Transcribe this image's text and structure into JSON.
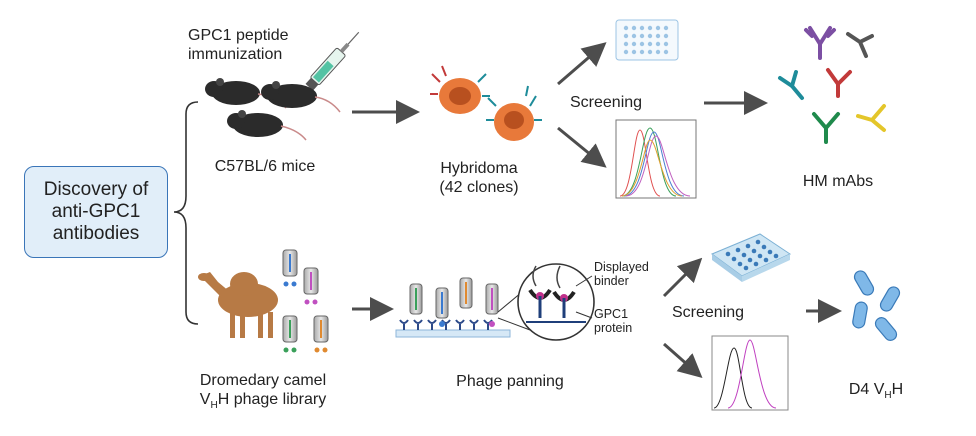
{
  "discovery_box": {
    "line1": "Discovery of",
    "line2": "anti-GPC1",
    "line3": "antibodies"
  },
  "top_branch": {
    "immunization_line1": "GPC1 peptide",
    "immunization_line2": "immunization",
    "mice_label": "C57BL/6 mice",
    "hybridoma_line1": "Hybridoma",
    "hybridoma_line2": "(42 clones)",
    "screening_label": "Screening",
    "result_label": "HM mAbs"
  },
  "bottom_branch": {
    "camel_line1": "Dromedary camel",
    "camel_line2_prefix": "V",
    "camel_line2_sub": "H",
    "camel_line2_suffix": "H phage library",
    "panning_label": "Phage panning",
    "displayed_binder_line1": "Displayed",
    "displayed_binder_line2": "binder",
    "gpc1_line1": "GPC1",
    "gpc1_line2": "protein",
    "screening_label": "Screening",
    "result_prefix": "D4 V",
    "result_sub": "H",
    "result_suffix": "H"
  },
  "colors": {
    "arrow": "#4d4d4d",
    "box_fill": "#e1eef9",
    "box_border": "#3a75b8",
    "mouse": "#2b2b2b",
    "hybridoma": "#e8793a",
    "camel": "#b77a45",
    "nanobody": "#7fb8e8",
    "antibody_colors": [
      "#7c4fa3",
      "#555555",
      "#1e8c9a",
      "#c23a3a",
      "#1f8a4c",
      "#e4c62a"
    ]
  }
}
